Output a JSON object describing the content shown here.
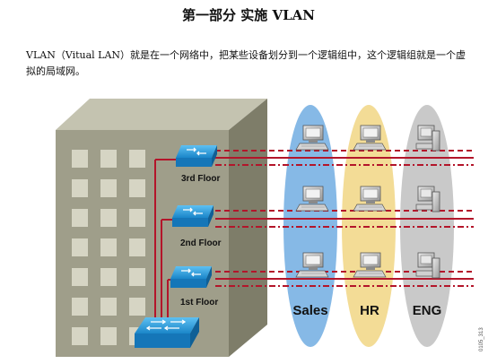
{
  "document": {
    "title": "第一部分    实施 VLAN",
    "intro": "VLAN（Vitual LAN）就是在一个网络中，把某些设备划分到一个逻辑组中，这个逻辑组就是一个虚拟的局域网。"
  },
  "diagram": {
    "floors": [
      "3rd Floor",
      "2nd Floor",
      "1st Floor"
    ],
    "groups": [
      "Sales",
      "HR",
      "ENG"
    ],
    "figure_code": "0105_313",
    "colors": {
      "building_front": "#9f9e8a",
      "building_side": "#7e7d69",
      "building_top": "#c4c3b0",
      "window": "#d6d5c4",
      "switch": "#1f8fd0",
      "link": "#b3152a",
      "sales_ellipse": "#86b9e6",
      "hr_ellipse": "#f3dc96",
      "eng_ellipse": "#c9c9c9"
    }
  }
}
